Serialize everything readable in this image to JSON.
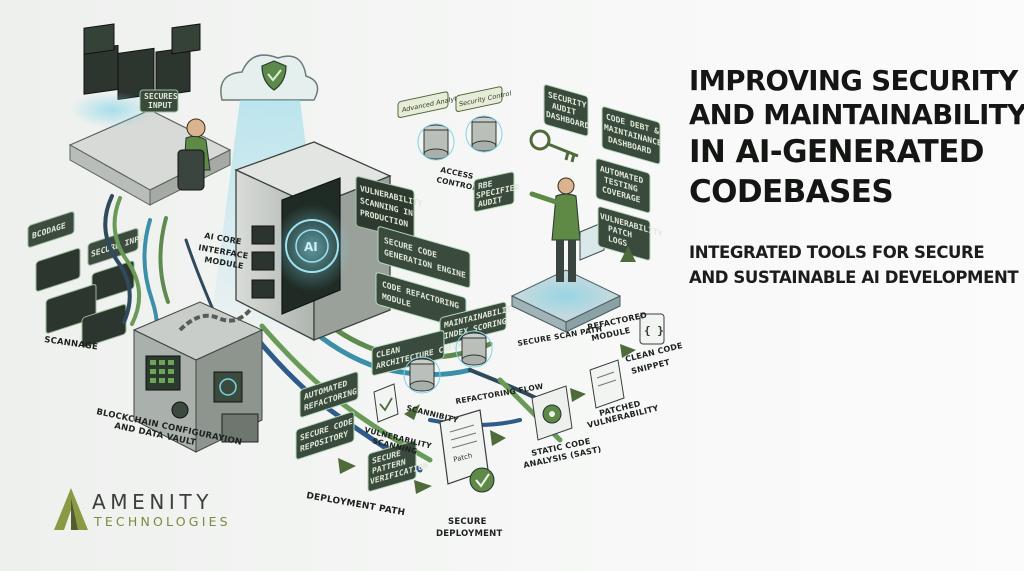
{
  "title": {
    "line1": "IMPROVING SECURITY",
    "line2": "AND MAINTAINABILITY",
    "line3": "IN AI-GENERATED",
    "line4": "CODEBASES"
  },
  "subtitle": {
    "line1": "INTEGRATED TOOLS FOR SECURE",
    "line2": "AND SUSTAINABLE AI DEVELOPMENT"
  },
  "labels": {
    "ai_core": [
      "AI CORE",
      "INTERFACE",
      "MODULE"
    ],
    "blockchain": [
      "BLOCKCHAIN CONFIGURAYION",
      "AND DATA VAULT"
    ],
    "deployment_path": "DEPLOYMENT PATH",
    "secure_deployment": [
      "SECURE",
      "DEPLOYMENT"
    ],
    "sast": [
      "STATIC CODE",
      "ANALYSIS (SAST)"
    ],
    "patched": [
      "PATCHED",
      "VULNERABILITY"
    ],
    "clean_snippet": [
      "CLEAN CODE",
      "SNIPPET"
    ],
    "refactored_module": [
      "REFACTORED",
      "MODULE"
    ],
    "secure_scan_path": "SECURE SCAN PATH",
    "refactoring_flow": "REFACTORING FLOW",
    "scannibity": "SCANNIBITY",
    "vuln_scanning": [
      "VULNERABILITY",
      "SCANNING"
    ],
    "access_control": [
      "ACCESS",
      "CONTROL"
    ],
    "scannage": "SCANNAGE"
  },
  "panels": {
    "secure_input_top": [
      "SECURES",
      "INPUT"
    ],
    "vuln_scanning_panel": [
      "VULNERABILITY",
      "SCANNING IN",
      "PRODUCTION"
    ],
    "secure_gen_engine": [
      "SECURE CODE",
      "GENERATION ENGINE"
    ],
    "code_refactoring": [
      "CODE REFACTORING",
      "MODULE"
    ],
    "maintainability": [
      "MAINTAINABILITY",
      "INDEX SCORING"
    ],
    "clean_arch": [
      "CLEAN",
      "ARCHITECTURE CHECK"
    ],
    "automated_refactoring": [
      "AUTOMATED",
      "REFACTORING"
    ],
    "secure_repo": [
      "SECURE CODE",
      "REPOSITORY"
    ],
    "secure_pattern": [
      "SECURE",
      "PATTERN",
      "VERIFICATION"
    ],
    "security_audit": [
      "SECURITY",
      "AUDIT",
      "DASHBOARD"
    ],
    "code_debt": [
      "CODE DEBT &",
      "MAINTAINANCE",
      "DASHBOARD"
    ],
    "automated_testing": [
      "AUTOMATED",
      "TESTING",
      "COVERAGE"
    ],
    "vuln_patch_logs": [
      "VULNERABILITY",
      "PATCH",
      "LOGS"
    ],
    "advanced_analysis": "Advanced Analytics",
    "security_control": "Security Control",
    "rbac": [
      "RBE",
      "SPECIFIED",
      "AUDIT"
    ],
    "secure_input_left": "SECURE INPUT",
    "bcodage": "BCODAGE"
  },
  "document_text": "Patch",
  "logo": {
    "name": "AMENITY",
    "sub": "TECHNOLOGIES"
  },
  "colors": {
    "accent_green": "#4f6a3b",
    "panel_dark": "#2e3a30",
    "glow_cyan": "#7fd3e6",
    "logo_olive": "#7a8a3e"
  }
}
